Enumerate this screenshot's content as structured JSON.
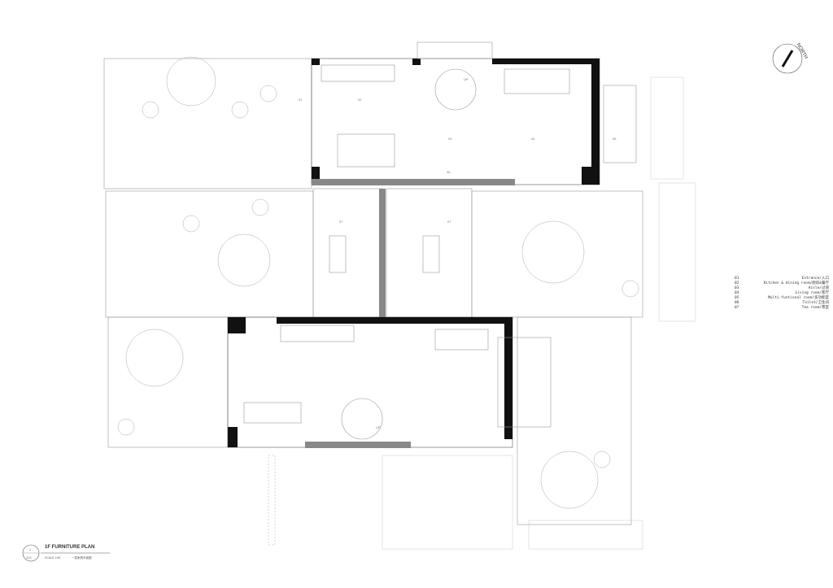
{
  "legend": [
    {
      "num": "01",
      "label": "Entrance/入口"
    },
    {
      "num": "02",
      "label": "Kitchen & dining room/厨房&餐厅"
    },
    {
      "num": "03",
      "label": "Aisle/过道"
    },
    {
      "num": "04",
      "label": "Living room/客厅"
    },
    {
      "num": "05",
      "label": "Multi-funtional room/多功能室"
    },
    {
      "num": "06",
      "label": "Toilet/卫生间"
    },
    {
      "num": "07",
      "label": "Tea room/茶室"
    }
  ],
  "title_block": {
    "title": "1F FURNITURE PLAN",
    "scale": "SCALE 1:50",
    "subtitle": "一层家具平面图",
    "drawing_no": "1",
    "sheet_no": "200"
  },
  "north_label": "NORTH",
  "stair_label": "UP",
  "room_tags": {
    "r01": "01",
    "r02": "02",
    "r03": "03",
    "r04": "04",
    "r05": "05",
    "r06": "06",
    "r07": "07"
  }
}
